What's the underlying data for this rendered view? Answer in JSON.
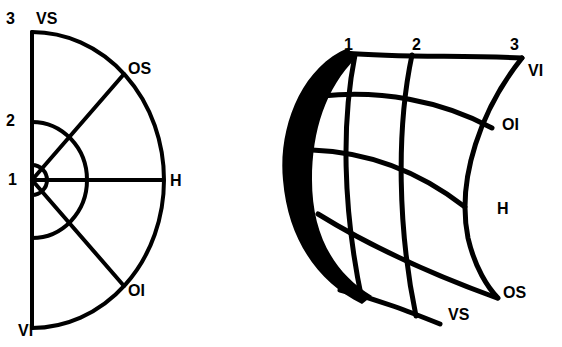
{
  "diagram": {
    "labels": [
      "VS",
      "3",
      "OS",
      "2",
      "1",
      "H",
      "OI",
      "VI",
      "1",
      "2",
      "3",
      "VI",
      "OI",
      "H",
      "OS",
      "VS"
    ]
  }
}
